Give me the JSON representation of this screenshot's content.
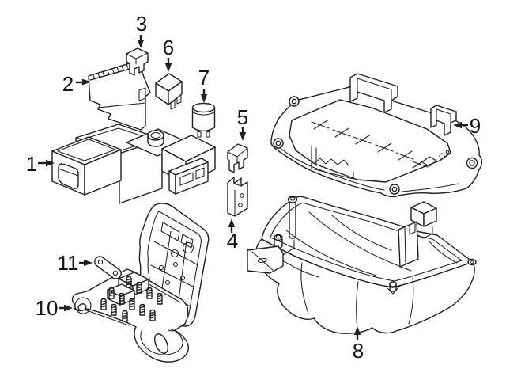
{
  "colors": {
    "background": "#ffffff",
    "line": "#1f1f1f",
    "label": "#151515"
  },
  "callouts": [
    {
      "label": "1"
    },
    {
      "label": "2"
    },
    {
      "label": "3"
    },
    {
      "label": "4"
    },
    {
      "label": "5"
    },
    {
      "label": "6"
    },
    {
      "label": "7"
    },
    {
      "label": "8"
    },
    {
      "label": "9"
    },
    {
      "label": "10"
    },
    {
      "label": "11"
    }
  ]
}
